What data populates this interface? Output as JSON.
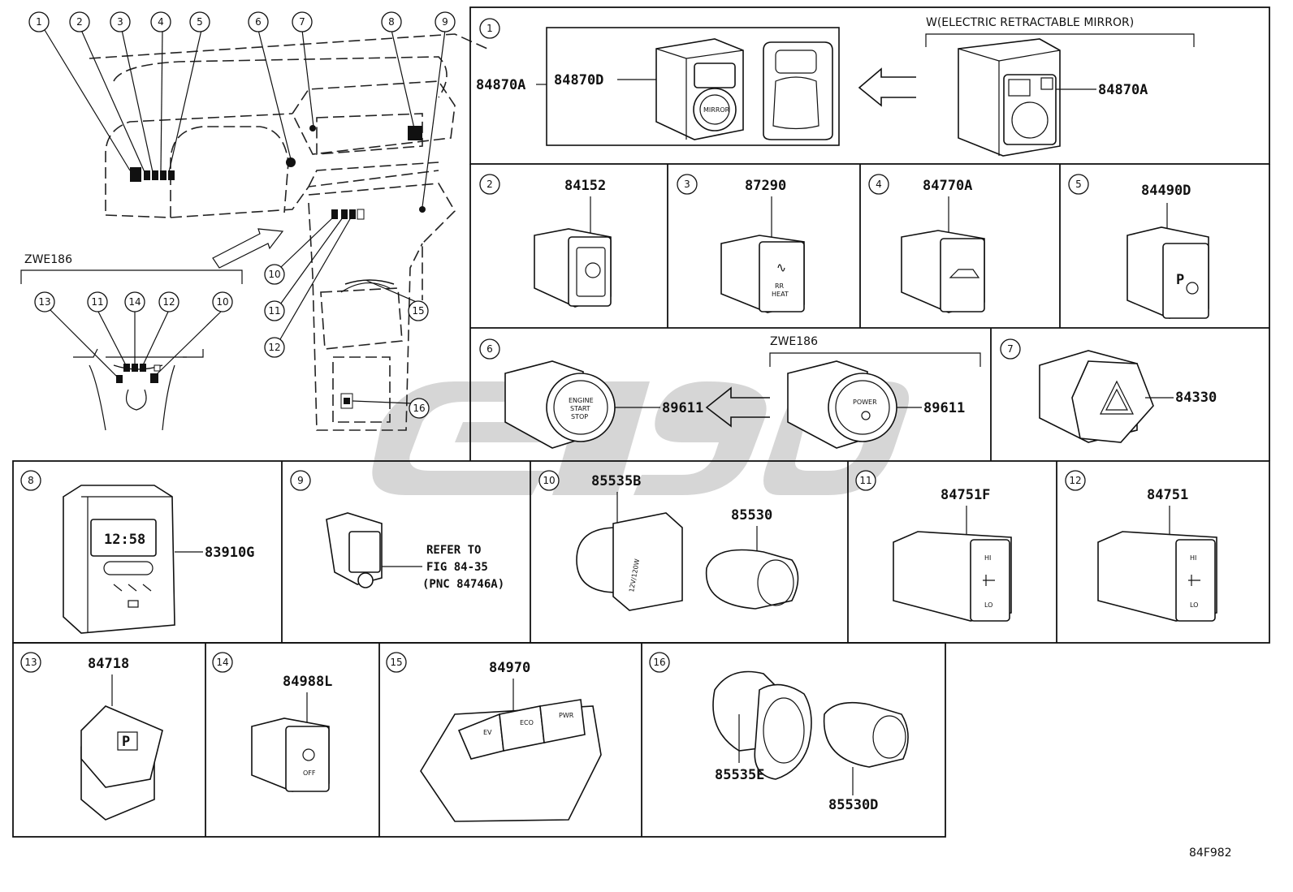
{
  "diagram_code": "84F982",
  "overview": {
    "callouts_top": [
      "1",
      "2",
      "3",
      "4",
      "5",
      "6",
      "7",
      "8",
      "9"
    ],
    "callouts_console": [
      "10",
      "11",
      "12",
      "15",
      "16"
    ],
    "inset": {
      "label": "ZWE186",
      "callouts": [
        "13",
        "11",
        "14",
        "12",
        "10"
      ]
    }
  },
  "panels": [
    {
      "callout": "1",
      "title": "W(ELECTRIC RETRACTABLE MIRROR)",
      "parts": [
        "84870A",
        "84870D",
        "84870A"
      ]
    },
    {
      "callout": "2",
      "parts": [
        "84152"
      ]
    },
    {
      "callout": "3",
      "parts": [
        "87290"
      ]
    },
    {
      "callout": "4",
      "parts": [
        "84770A"
      ]
    },
    {
      "callout": "5",
      "parts": [
        "84490D"
      ]
    },
    {
      "callout": "6",
      "title": "ZWE186",
      "parts": [
        "89611",
        "89611"
      ]
    },
    {
      "callout": "7",
      "parts": [
        "84330"
      ]
    },
    {
      "callout": "8",
      "parts": [
        "83910G"
      ]
    },
    {
      "callout": "9",
      "note": [
        "REFER TO",
        "FIG 84-35",
        "(PNC 84746A)"
      ]
    },
    {
      "callout": "10",
      "parts": [
        "85535B",
        "85530"
      ]
    },
    {
      "callout": "11",
      "parts": [
        "84751F"
      ]
    },
    {
      "callout": "12",
      "parts": [
        "84751"
      ]
    },
    {
      "callout": "13",
      "parts": [
        "84718"
      ]
    },
    {
      "callout": "14",
      "parts": [
        "84988L"
      ]
    },
    {
      "callout": "15",
      "parts": [
        "84970"
      ]
    },
    {
      "callout": "16",
      "parts": [
        "85535E",
        "85530D"
      ]
    }
  ],
  "switch_text": {
    "mirror": "MIRROR",
    "engine": [
      "ENGINE",
      "START",
      "STOP"
    ],
    "power": "POWER",
    "clock": "12:58",
    "socket": "12V/120W",
    "heat": [
      "HI",
      "LO"
    ],
    "ev": "EV",
    "eco": "ECO",
    "pwr": "PWR",
    "off": "OFF",
    "park": "P"
  }
}
